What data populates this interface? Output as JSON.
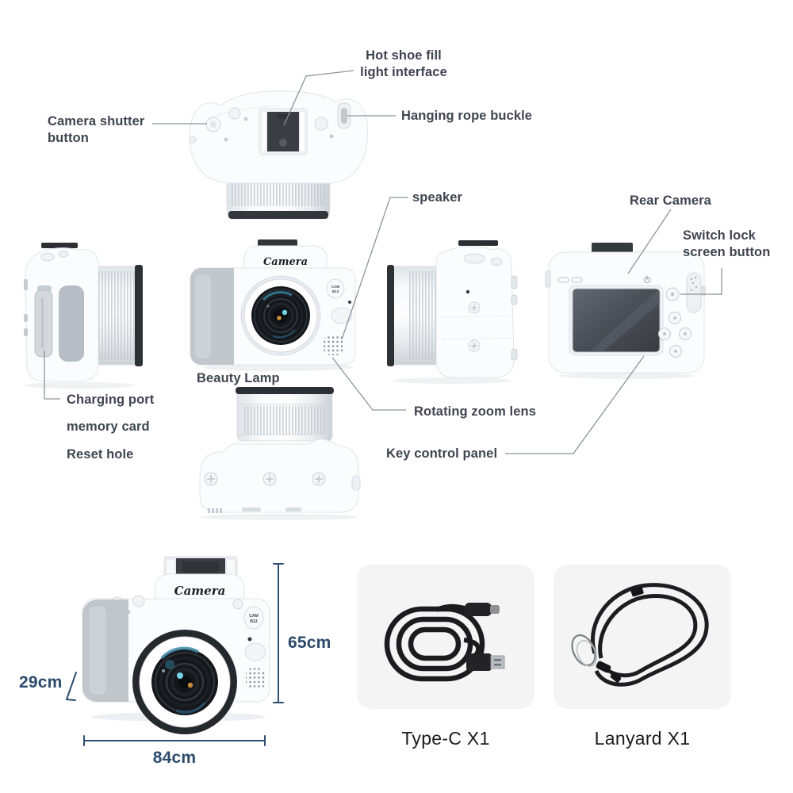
{
  "callouts": {
    "hot_shoe_1": "Hot shoe fill",
    "hot_shoe_2": "light interface",
    "hanging_rope": "Hanging rope buckle",
    "shutter_1": "Camera shutter",
    "shutter_2": "button",
    "speaker": "speaker",
    "rear_camera": "Rear Camera",
    "switch_lock_1": "Switch lock",
    "switch_lock_2": "screen button",
    "beauty_lamp": "Beauty Lamp",
    "charging_port": "Charging port",
    "memory_card": "memory card",
    "reset_hole": "Reset hole",
    "rotating_lens": "Rotating zoom lens",
    "key_panel": "Key control panel"
  },
  "dimensions": {
    "height": "65cm",
    "depth": "29cm",
    "width": "84cm"
  },
  "branding": {
    "logo": "Camera",
    "model_line1": "CAM",
    "model_line2": "B13"
  },
  "accessories": [
    {
      "name": "Type-C X1",
      "icon": "usb-cable-icon"
    },
    {
      "name": "Lanyard X1",
      "icon": "lanyard-icon"
    }
  ],
  "colors": {
    "label_text": "#3e4450",
    "dimension": "#2c4a6b",
    "leader_line": "#8f9398",
    "card_bg": "#f4f4f5",
    "accessory_text": "#1c1c1e"
  }
}
